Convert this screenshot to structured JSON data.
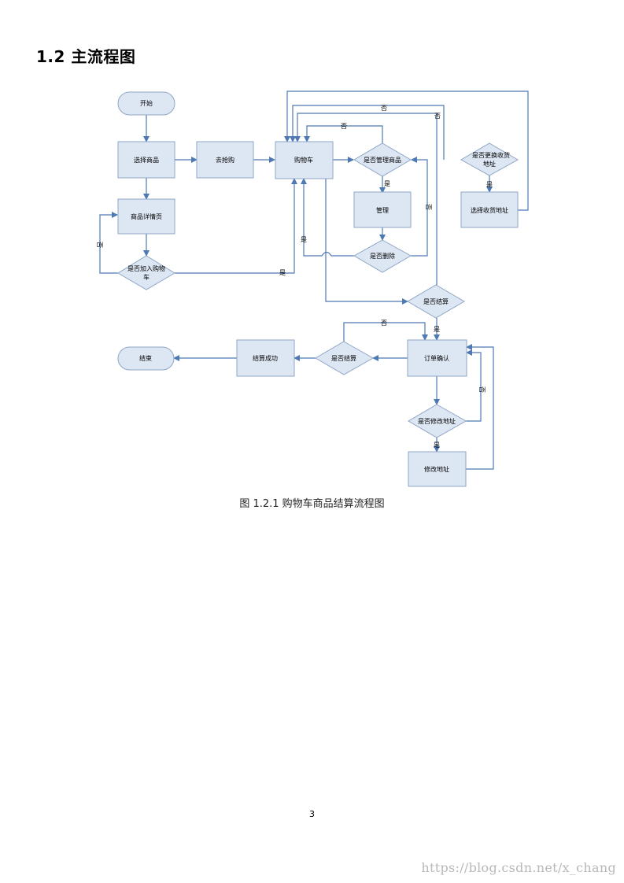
{
  "heading": "1.2 主流程图",
  "caption": "图 1.2.1 购物车商品结算流程图",
  "page_number": "3",
  "watermark": "https://blog.csdn.net/x_chang",
  "flowchart": {
    "nodes": {
      "start": "开始",
      "select_product": "选择商品",
      "go_buy": "去抢购",
      "cart": "购物车",
      "manage_decision": "是否管理商品",
      "manage": "管理",
      "delete_decision": "是否删除",
      "change_addr_decision_1": "是否更换收货",
      "change_addr_decision_2": "地址",
      "select_addr": "选择收货地址",
      "product_detail": "商品详情页",
      "add_cart_decision_1": "是否加入购物",
      "add_cart_decision_2": "车",
      "checkout_decision": "是否结算",
      "order_confirm": "订单确认",
      "pay_decision": "是否结算",
      "pay_success": "结算成功",
      "end": "结束",
      "modify_addr_decision": "是否修改地址",
      "modify_addr": "修改地址"
    },
    "labels": {
      "yes": "是",
      "no": "否"
    },
    "colors": {
      "node_fill": "#dde6f3",
      "node_border": "#8ea6c6",
      "connector": "#4f79b3"
    }
  }
}
